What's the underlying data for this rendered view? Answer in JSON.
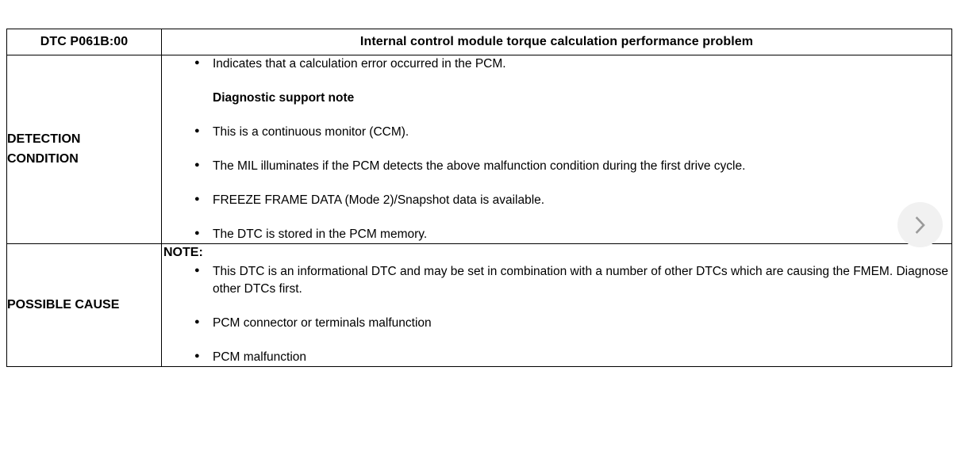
{
  "table": {
    "header": {
      "dtc_code_label": "DTC P061B:00",
      "description": "Internal control module torque calculation performance problem"
    },
    "rows": [
      {
        "label": "DETECTION\nCONDITION",
        "label_line1": "DETECTION",
        "label_line2": "CONDITION",
        "items": [
          {
            "text": "Indicates that a calculation error occurred in the PCM.",
            "bullet": true,
            "bold": false
          },
          {
            "text": "Diagnostic support note",
            "bullet": false,
            "bold": true
          },
          {
            "text": "This is a continuous monitor (CCM).",
            "bullet": true,
            "bold": false
          },
          {
            "text": "The MIL illuminates if the PCM detects the above malfunction condition during the first drive cycle.",
            "bullet": true,
            "bold": false
          },
          {
            "text": "FREEZE FRAME DATA (Mode 2)/Snapshot data is available.",
            "bullet": true,
            "bold": false
          },
          {
            "text": "The DTC is stored in the PCM memory.",
            "bullet": true,
            "bold": false
          }
        ]
      },
      {
        "label": "POSSIBLE CAUSE",
        "note_heading": "NOTE:",
        "items": [
          {
            "text": "This DTC is an informational DTC and may be set in combination with a number of other DTCs which are causing the FMEM. Diagnose other DTCs first.",
            "bullet": true,
            "bold": false
          },
          {
            "text": "PCM connector or terminals malfunction",
            "bullet": true,
            "bold": false
          },
          {
            "text": "PCM malfunction",
            "bullet": true,
            "bold": false
          }
        ]
      }
    ]
  },
  "controls": {
    "next_icon": "chevron-right-icon",
    "next_label": ""
  },
  "colors": {
    "text": "#000000",
    "border": "#000000",
    "button_background": "#f1f1f1",
    "button_icon": "#9a9a9a",
    "page_background": "#ffffff"
  }
}
